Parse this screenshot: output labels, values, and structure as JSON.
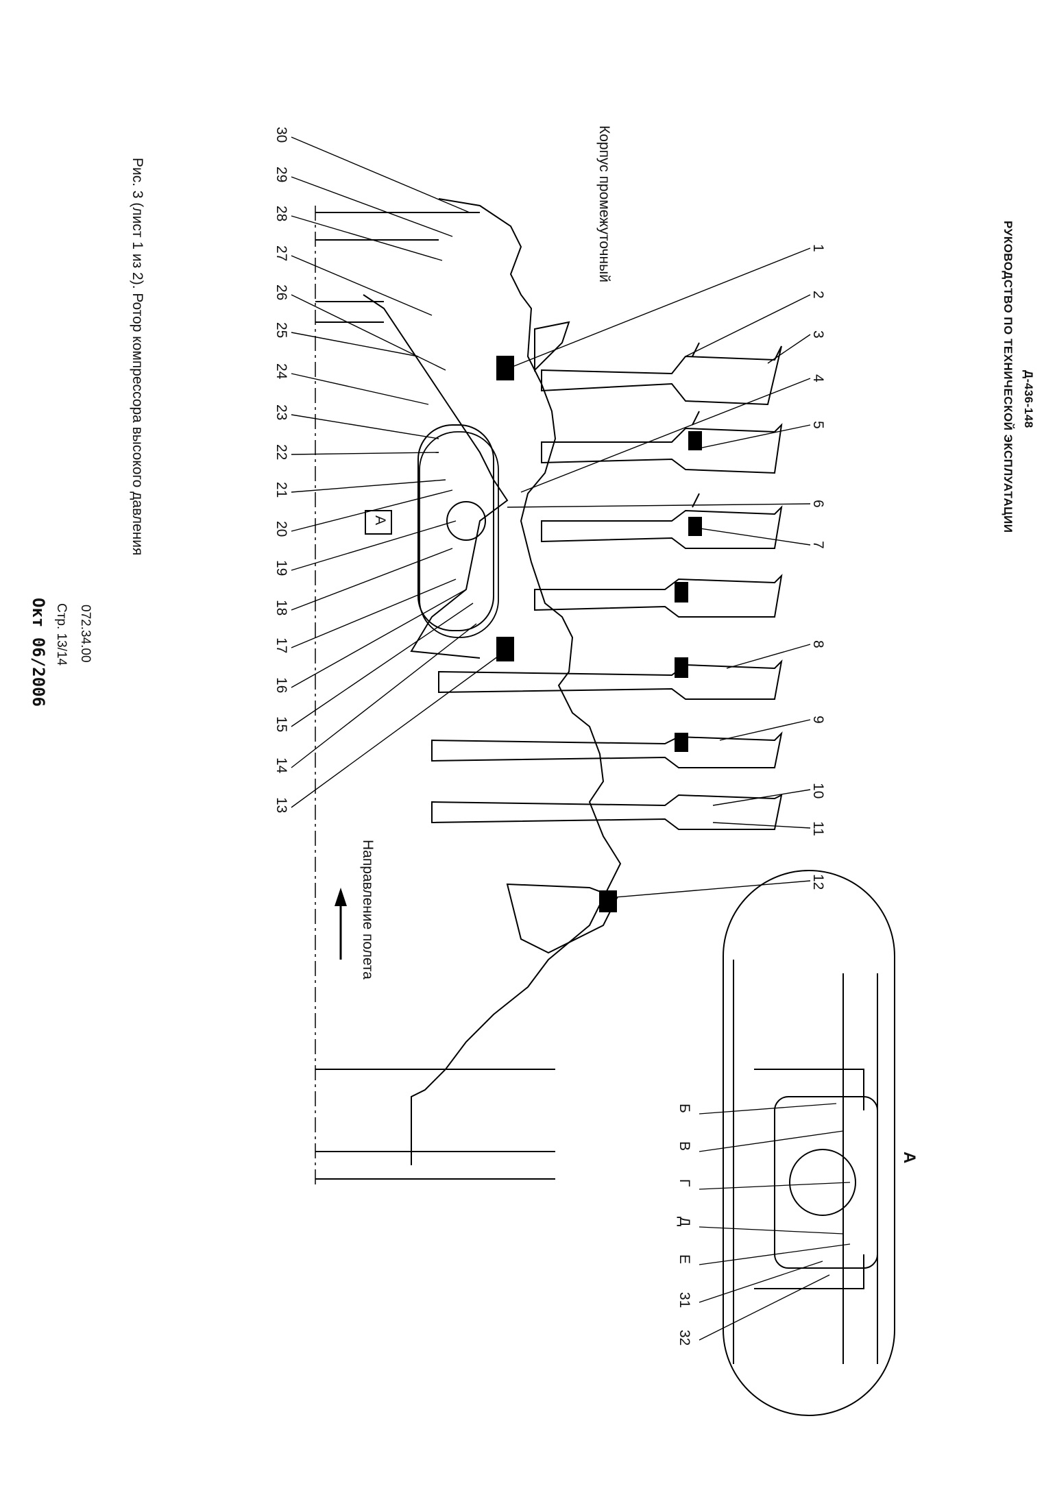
{
  "header": {
    "doc_code": "Д-436-148",
    "title": "РУКОВОДСТВО ПО ТЕХНИЧЕСКОЙ ЭКСПЛУАТАЦИИ"
  },
  "labels": {
    "casing": "Корпус промежуточный",
    "flight_direction": "Направление полета",
    "view_marker": "А",
    "detail_title": "А"
  },
  "callouts_top": [
    "1",
    "2",
    "3",
    "4",
    "5",
    "6",
    "7",
    "8",
    "9",
    "10",
    "11",
    "12"
  ],
  "callouts_bottom": [
    "30",
    "29",
    "28",
    "27",
    "26",
    "25",
    "24",
    "23",
    "22",
    "21",
    "20",
    "19",
    "18",
    "17",
    "16",
    "15",
    "14",
    "13"
  ],
  "callouts_detail": [
    "Б",
    "В",
    "Г",
    "Д",
    "Е",
    "31",
    "32"
  ],
  "caption": "Рис. 3 (лист 1 из 2). Ротор компрессора высокого давления",
  "footer": {
    "doc_number": "072.34.00",
    "page": "Стр. 13/14",
    "date": "Окт 06/2006"
  }
}
